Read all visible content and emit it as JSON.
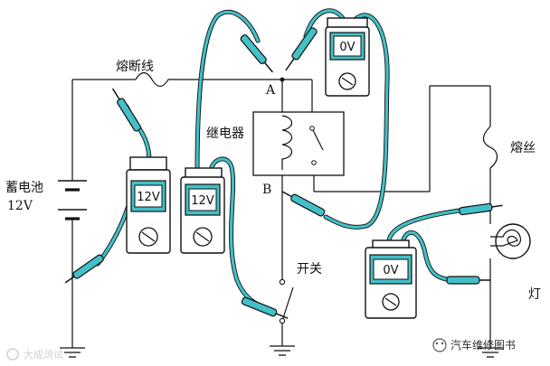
{
  "labels": {
    "fuse_left": "熔断线",
    "battery": "蓄电池",
    "battery_voltage": "12V",
    "relay": "继电器",
    "point_a": "A",
    "point_b": "B",
    "switch": "开关",
    "fuse_right": "熔丝",
    "lamp": "灯"
  },
  "meters": {
    "top": {
      "reading": "0V"
    },
    "battery": {
      "reading": "12V"
    },
    "relay": {
      "reading": "12V"
    },
    "lamp": {
      "reading": "0V"
    }
  },
  "watermarks": {
    "bottom_left": "大成测试",
    "bottom_right": "汽车维修图书"
  },
  "colors": {
    "lead_accent": "#43c0c8",
    "line": "#111111",
    "background": "#ffffff"
  }
}
